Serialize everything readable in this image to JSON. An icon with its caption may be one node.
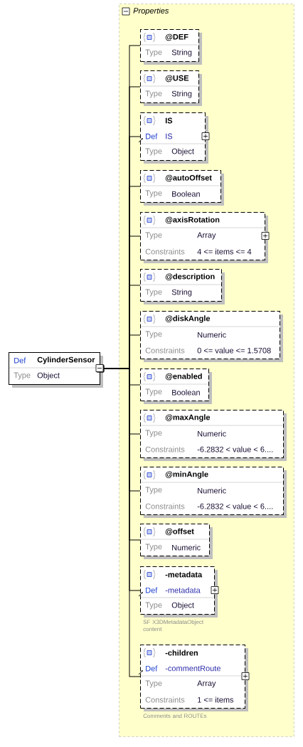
{
  "diagram": {
    "nodes": [
      {
        "text": [
          "Def",
          "CylinderSensor",
          "Type",
          "Object"
        ]
      },
      {
        "text": [
          "Properties"
        ]
      },
      {
        "text": [
          "@DEF",
          "Type",
          "String"
        ],
        "in": 1
      },
      {
        "text": [
          "@USE",
          "Type",
          "String"
        ],
        "in": 1
      },
      {
        "text": [
          "IS",
          "Def",
          "IS",
          "Type",
          "Object"
        ],
        "in": 1
      },
      {
        "text": [
          "@autoOffset",
          "Type",
          "Boolean"
        ],
        "in": 1
      },
      {
        "text": [
          "@axisRotation",
          "Type",
          "Array",
          "Constraints",
          "4 <= items <= 4"
        ],
        "in": 1
      },
      {
        "text": [
          "@description",
          "Type",
          "String"
        ],
        "in": 1
      },
      {
        "text": [
          "@diskAngle",
          "Type",
          "Numeric",
          "Constraints",
          "0 <= value <= 1.5708"
        ],
        "in": 1
      },
      {
        "text": [
          "@enabled",
          "Type",
          "Boolean"
        ],
        "in": 1
      },
      {
        "text": [
          "@maxAngle",
          "Type",
          "Numeric",
          "Constraints",
          "-6.2832 < value < 6...."
        ],
        "in": 1
      },
      {
        "text": [
          "@minAngle",
          "Type",
          "Numeric",
          "Constraints",
          "-6.2832 < value < 6...."
        ],
        "in": 1
      },
      {
        "text": [
          "@offset",
          "Type",
          "Numeric"
        ],
        "in": 1
      },
      {
        "text": [
          "-metadata",
          "Def",
          "-metadata",
          "Type",
          "Object"
        ],
        "in": 1,
        "beside": [
          "SF X3DMetadataObject content"
        ]
      },
      {
        "text": [
          "-children",
          "Def",
          "-commentRoute",
          "Type",
          "Array",
          "Constraints",
          "1 <= items"
        ],
        "in": 1,
        "beside": [
          "Comments and ROUTEs"
        ]
      }
    ],
    "edges": [
      {
        "from": 0,
        "to": 2,
        "arrow": "other"
      },
      {
        "from": 0,
        "to": 3,
        "arrow": "other"
      },
      {
        "from": 0,
        "to": 4,
        "arrow": "other"
      },
      {
        "from": 0,
        "to": 5,
        "arrow": "other"
      },
      {
        "from": 0,
        "to": 6,
        "arrow": "other"
      },
      {
        "from": 0,
        "to": 7,
        "arrow": "other"
      },
      {
        "from": 0,
        "to": 8,
        "arrow": "other"
      },
      {
        "from": 0,
        "to": 9,
        "arrow": "other"
      },
      {
        "from": 0,
        "to": 10,
        "arrow": "other"
      },
      {
        "from": 0,
        "to": 11,
        "arrow": "other"
      },
      {
        "from": 0,
        "to": 12,
        "arrow": "other"
      },
      {
        "from": 0,
        "to": 13,
        "arrow": "other"
      },
      {
        "from": 0,
        "to": 14,
        "arrow": "other"
      }
    ]
  }
}
